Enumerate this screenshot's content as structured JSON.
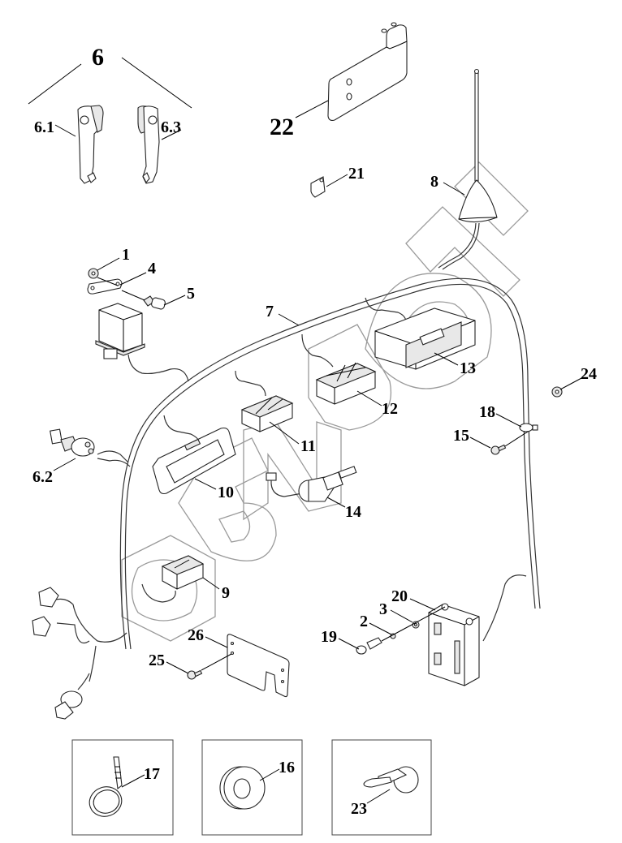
{
  "diagram": {
    "type": "exploded-parts-diagram",
    "subject": "Cab electrical wiring harness with switches, relay, radio, antenna and fasteners",
    "watermark": "БИЗОН",
    "callouts": [
      {
        "id": "6",
        "part": "door-handle-set"
      },
      {
        "id": "6.1",
        "part": "door-handle-left"
      },
      {
        "id": "6.3",
        "part": "door-handle-right"
      },
      {
        "id": "6.2",
        "part": "ignition-lock-with-key"
      },
      {
        "id": "22",
        "part": "mounting-bracket"
      },
      {
        "id": "21",
        "part": "small-clip-bracket"
      },
      {
        "id": "8",
        "part": "antenna"
      },
      {
        "id": "1",
        "part": "nut"
      },
      {
        "id": "4",
        "part": "relay-mounting-plate"
      },
      {
        "id": "5",
        "part": "bolt"
      },
      {
        "id": "7",
        "part": "wiring-harness"
      },
      {
        "id": "13",
        "part": "radio-unit"
      },
      {
        "id": "12",
        "part": "switch-block-four"
      },
      {
        "id": "11",
        "part": "switch-block-three"
      },
      {
        "id": "10",
        "part": "display-panel"
      },
      {
        "id": "14",
        "part": "sensor-connector"
      },
      {
        "id": "9",
        "part": "rocker-switch"
      },
      {
        "id": "24",
        "part": "flange-nut"
      },
      {
        "id": "18",
        "part": "harness-clamp"
      },
      {
        "id": "15",
        "part": "screw"
      },
      {
        "id": "20",
        "part": "fuse-box"
      },
      {
        "id": "3",
        "part": "washer"
      },
      {
        "id": "2",
        "part": "lock-washer"
      },
      {
        "id": "19",
        "part": "screw-long"
      },
      {
        "id": "26",
        "part": "fuse-box-bracket"
      },
      {
        "id": "25",
        "part": "bolt-small"
      },
      {
        "id": "17",
        "part": "cable-tie"
      },
      {
        "id": "16",
        "part": "grommet"
      },
      {
        "id": "23",
        "part": "cable-clip"
      }
    ],
    "inset_boxes": [
      {
        "label": "17",
        "part": "cable-tie"
      },
      {
        "label": "16",
        "part": "grommet"
      },
      {
        "label": "23",
        "part": "cable-clip"
      }
    ]
  }
}
